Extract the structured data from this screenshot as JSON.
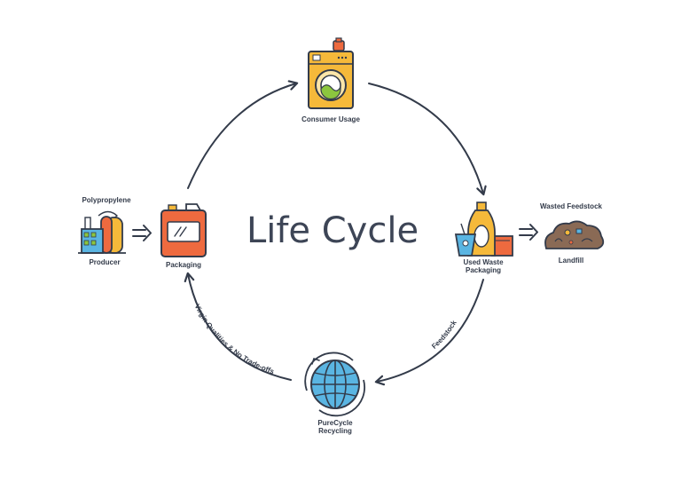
{
  "title": "Life Cycle",
  "nodes": {
    "consumer_usage": "Consumer Usage",
    "used_waste_line1": "Used Waste",
    "used_waste_line2": "Packaging",
    "purecycle_line1": "PureCycle",
    "purecycle_line2": "Recycling",
    "packaging": "Packaging",
    "polypropylene": "Polypropylene",
    "producer": "Producer",
    "wasted_feedstock": "Wasted Feedstock",
    "landfill": "Landfill"
  },
  "arc_labels": {
    "feedstock": "Feedstock",
    "virgin": "Virgin Qualities & No Trade-offs"
  },
  "colors": {
    "outline": "#333b4a",
    "orange": "#ee6a3f",
    "yellow": "#f5b93a",
    "blue": "#5ab5e2",
    "brown": "#8a6a55",
    "green": "#8cc63e"
  }
}
